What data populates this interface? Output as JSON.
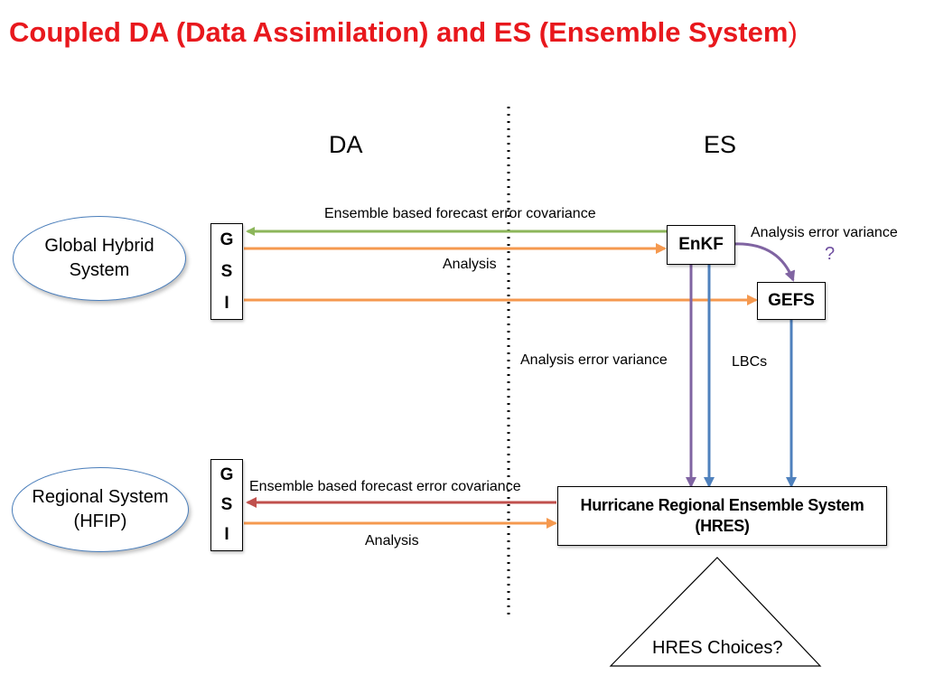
{
  "title": {
    "main": "Coupled DA (Data Assimilation) and ES (Ensemble System",
    "close": ")"
  },
  "columns": {
    "left": "DA",
    "right": "ES"
  },
  "systems": {
    "global": {
      "line1": "Global Hybrid",
      "line2": "System"
    },
    "regional": {
      "line1": "Regional System",
      "line2": "(HFIP)"
    }
  },
  "gsi_letters": [
    "G",
    "S",
    "I"
  ],
  "boxes": {
    "enkf": "EnKF",
    "gefs": "GEFS",
    "hres_line1": "Hurricane Regional Ensemble System",
    "hres_line2": "(HRES)"
  },
  "labels": {
    "ens_cov_top": "Ensemble based forecast error covariance",
    "analysis_top": "Analysis",
    "analysis_err_var_right": "Analysis error variance",
    "question": "?",
    "analysis_err_var_mid": "Analysis error variance",
    "lbcs": "LBCs",
    "ens_cov_bottom": "Ensemble based forecast error covariance",
    "analysis_bottom": "Analysis"
  },
  "triangle_text": "HRES Choices?",
  "colors": {
    "title": "#e8181d",
    "green_arrow": "#8cb65a",
    "orange_arrow": "#f5994f",
    "purple_arrow": "#8064a2",
    "blue_arrow": "#4f81bd",
    "red_arrow": "#c0504d",
    "ellipse_border": "#4a7ebb"
  }
}
